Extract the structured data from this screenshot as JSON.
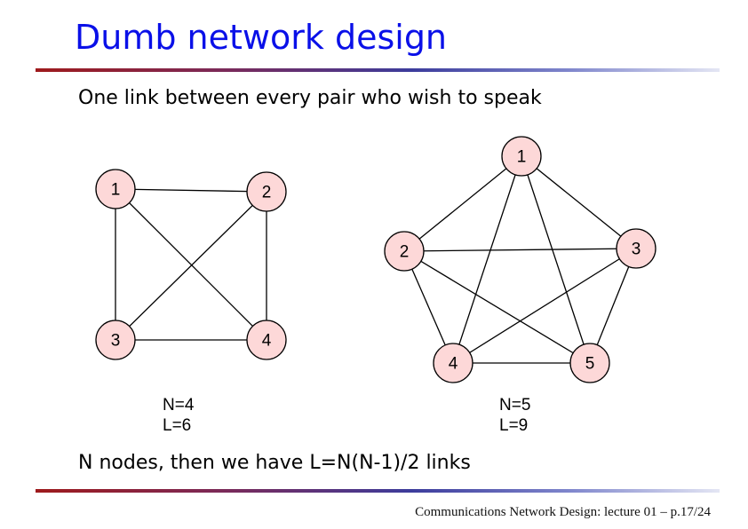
{
  "slide": {
    "title": "Dumb network design",
    "subtitle": "One link between every pair who wish to speak",
    "formula_text": "N nodes, then we have L=N(N-1)/2 links",
    "caption": "Communications Network Design: lecture 01 – p.17/24"
  },
  "graphs": [
    {
      "nodes": [
        "1",
        "2",
        "3",
        "4"
      ],
      "edges": [
        [
          "1",
          "2"
        ],
        [
          "1",
          "3"
        ],
        [
          "1",
          "4"
        ],
        [
          "2",
          "3"
        ],
        [
          "2",
          "4"
        ],
        [
          "3",
          "4"
        ]
      ],
      "n_label": "N=4",
      "l_label": "L=6"
    },
    {
      "nodes": [
        "1",
        "2",
        "3",
        "4",
        "5"
      ],
      "edges": [
        [
          "1",
          "2"
        ],
        [
          "1",
          "3"
        ],
        [
          "1",
          "4"
        ],
        [
          "1",
          "5"
        ],
        [
          "2",
          "3"
        ],
        [
          "2",
          "4"
        ],
        [
          "2",
          "5"
        ],
        [
          "3",
          "4"
        ],
        [
          "3",
          "5"
        ],
        [
          "4",
          "5"
        ]
      ],
      "n_label": "N=5",
      "l_label": "L=9"
    }
  ],
  "colors": {
    "title": "#0a10e8",
    "node_fill": "#fdd8d8"
  }
}
